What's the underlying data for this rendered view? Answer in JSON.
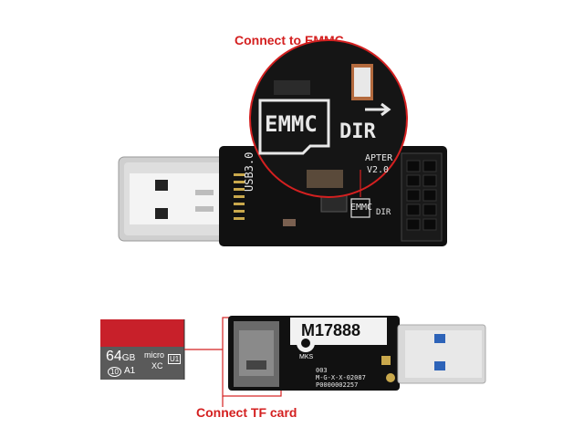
{
  "captions": {
    "top": "Connect to EMMC",
    "bottom": "Connect TF card"
  },
  "board_top": {
    "emmc_zoom": "EMMC",
    "dir_zoom": "DIR",
    "emmc_small": "EMMC",
    "dir_small": "DIR",
    "usb_label": "USB3.0",
    "adapter_label": "APTER",
    "version": "V2.0"
  },
  "board_bottom": {
    "model": "M17888",
    "brand": "MKS",
    "serial_1": "003",
    "serial_2": "M-G-X-X-02087",
    "serial_3": "P0000002257"
  },
  "sd_card": {
    "capacity": "64",
    "unit": "GB",
    "type": "micro",
    "class": "XC",
    "speed": "U1",
    "class_num": "10",
    "app": "A1"
  },
  "colors": {
    "caption": "#d42020",
    "pcb": "#111111",
    "usb_metal": "#c8c8c8",
    "usb_blue": "#2d63b8",
    "card_red": "#c8202a",
    "card_grey": "#5a5a5a"
  }
}
